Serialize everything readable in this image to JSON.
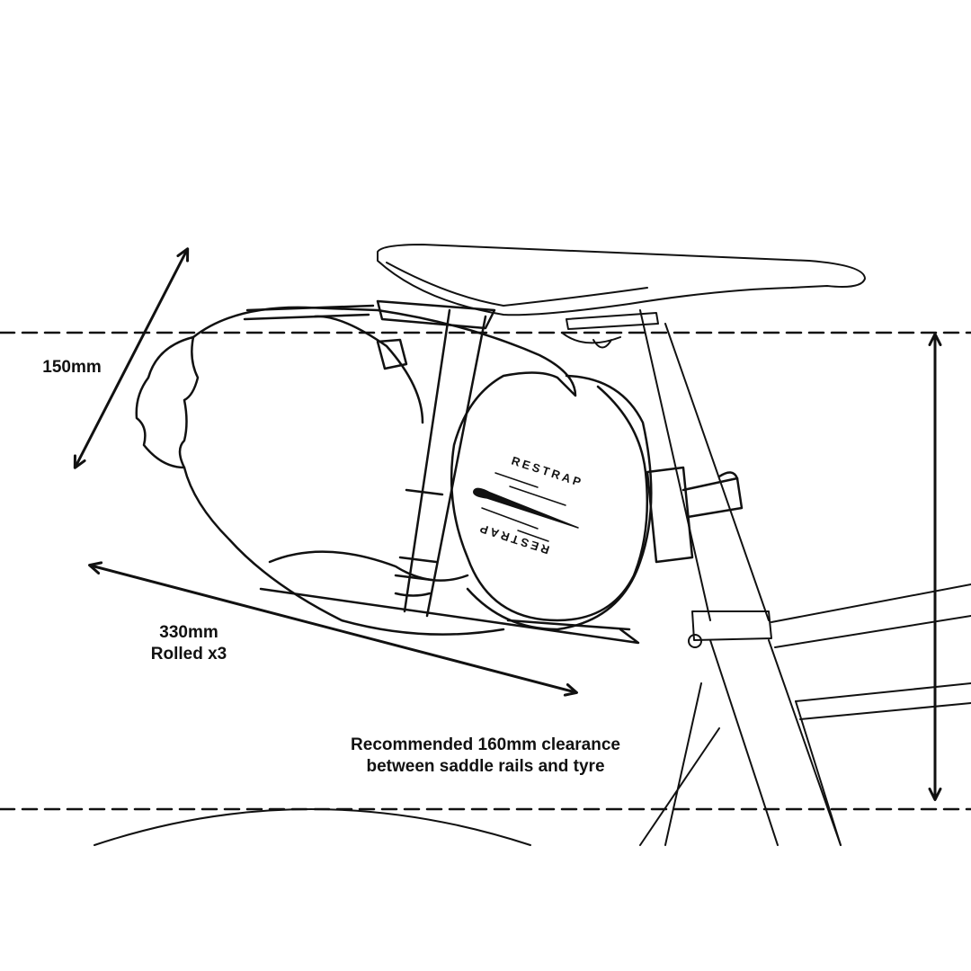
{
  "labels": {
    "height": "150mm",
    "length": "330mm",
    "rolled": "Rolled x3",
    "clearance_line1": "Recommended 160mm clearance",
    "clearance_line2": "between saddle rails and tyre"
  },
  "logo": {
    "text": "RESTRAP"
  },
  "colors": {
    "line": "#111111",
    "background": "#ffffff"
  }
}
